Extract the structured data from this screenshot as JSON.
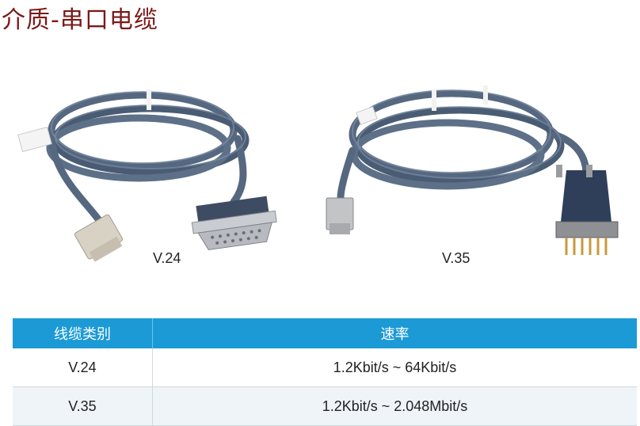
{
  "title": "介质-串口电缆",
  "images": [
    {
      "icon": "serial-cable-v24-image",
      "caption": "V.24"
    },
    {
      "icon": "serial-cable-v35-image",
      "caption": "V.35"
    }
  ],
  "table": {
    "headers": [
      "线缆类别",
      "速率"
    ],
    "rows": [
      {
        "type": "V.24",
        "rate": "1.2Kbit/s ~ 64Kbit/s"
      },
      {
        "type": "V.35",
        "rate": "1.2Kbit/s ~ 2.048Mbit/s"
      }
    ]
  },
  "colors": {
    "header_bg": "#1b9ad6",
    "title": "#7a1a1a",
    "cable": "#4d5f78"
  }
}
